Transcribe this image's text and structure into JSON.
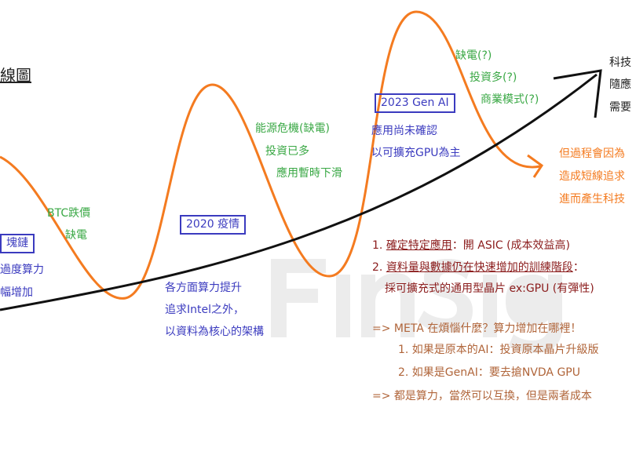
{
  "title": "線圖",
  "watermark": "FinSight",
  "left": {
    "box": "塊鏈",
    "lines": [
      "過度算力",
      "幅增加"
    ]
  },
  "btc": [
    "BTC跌價",
    "缺電"
  ],
  "covid": {
    "box": "2020 疫情",
    "lines": [
      "各方面算力提升",
      "追求Intel之外，",
      "以資料為核心的架構"
    ]
  },
  "energy": [
    "能源危機(缺電)",
    "投資已多",
    "應用暫時下滑"
  ],
  "genai": {
    "box": "2023 Gen AI",
    "lines": [
      "應用尚未確認",
      "以可擴充GPU為主"
    ]
  },
  "questions": [
    "缺電(?)",
    "投資多(?)",
    "商業模式(?)"
  ],
  "right_black": [
    "科技",
    "隨應",
    "需要"
  ],
  "right_orange": [
    "但過程會因為",
    "造成短線追求",
    "進而產生科技"
  ],
  "points": {
    "p1_num": "1. ",
    "p1_u": "確定特定應用",
    "p1_rest": "：開 ASIC (成本效益高)",
    "p2_num": "2. ",
    "p2_u": "資料量與數據仍在快速增加的訓練階段",
    "p2_rest": "：",
    "p2_line2": "採可擴充式的通用型晶片 ex:GPU (有彈性)"
  },
  "notes": [
    "=> META 在煩惱什麼？算力增加在哪裡！",
    "1. 如果是原本的AI：投資原本晶片升級版",
    "2. 如果是GenAI：要去搶NVDA GPU",
    "=> 都是算力，當然可以互換，但是兩者成本"
  ],
  "colors": {
    "orange": "#f47b20",
    "black": "#111111",
    "green": "#3aa845",
    "blue": "#3b3bbf",
    "red": "#8b1c1c"
  }
}
